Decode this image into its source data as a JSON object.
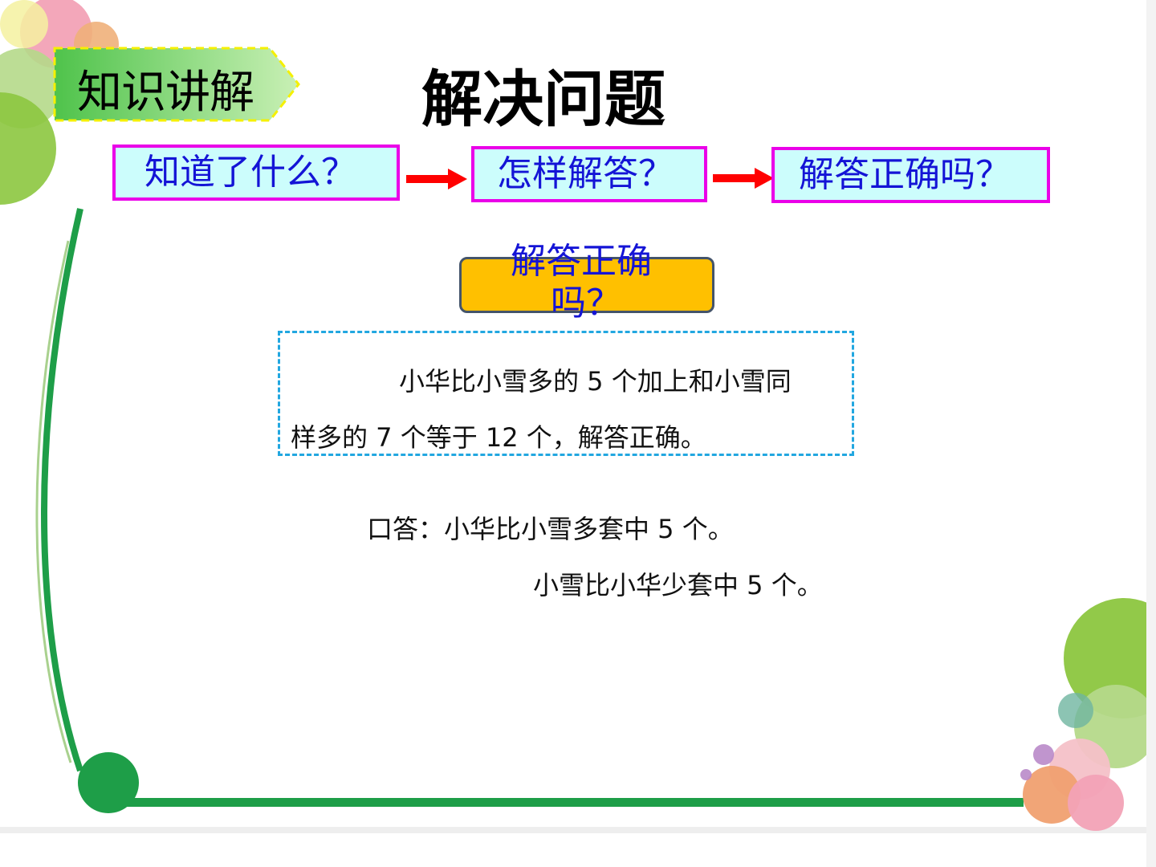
{
  "section_tag": "知识讲解",
  "title": "解决问题",
  "steps": [
    "知道了什么？",
    "怎样解答？",
    "解答正确吗？"
  ],
  "current_step": {
    "line1": "解答正确",
    "line2": "吗？"
  },
  "check_text": {
    "line1": "小华比小雪多的 5  个加上和小雪同",
    "line2": "样多的 7 个等于 12 个，解答正确。"
  },
  "answer": {
    "line1": "口答：小华比小雪多套中 5 个。",
    "line2": "小雪比小华少套中 5 个。"
  },
  "colors": {
    "step_border": "#ea00e8",
    "step_fill": "#ccfdfc",
    "step_text": "#1414d6",
    "arrow": "#ff0000",
    "current_fill": "#ffc000",
    "dashed_border": "#22a7e0",
    "green_line": "#1e9e48"
  }
}
